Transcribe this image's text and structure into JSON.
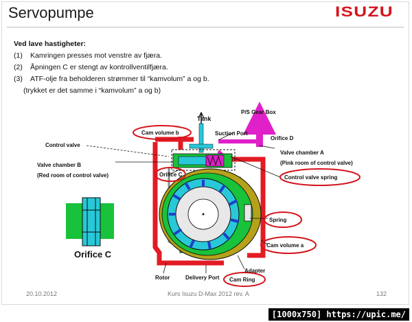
{
  "slide": {
    "title": "Servopumpe",
    "logo_text": "ISUZU",
    "intro_heading": "Ved lave hastigheter:",
    "points": [
      {
        "num": "(1)",
        "text": "Kamringen presses mot venstre av fjæra."
      },
      {
        "num": "(2)",
        "text": "Åpningen C er stengt av kontrollventilfjæra."
      },
      {
        "num": "(3)",
        "text": "ATF-olje fra beholderen strømmer til “kamvolum” a og b."
      }
    ],
    "note": "(trykket  er det samme i “kamvolum” a og b)"
  },
  "diagram": {
    "labels": {
      "tank": "Tank",
      "ps_gear_box": "P/S Gear Box",
      "suction_port": "Suction Port",
      "orifice_d": "Orifice D",
      "cam_volume_b": "Cam volume b",
      "control_valve": "Control valve",
      "valve_chamber_a": "Valve chamber A",
      "pink_room": "(Pink room of control valve)",
      "valve_chamber_b": "Valve chamber B",
      "red_room": "(Red room of control valve)",
      "orifice_c": "Orifice C",
      "control_valve_spring": "Control valve spring",
      "spring": "Spring",
      "cam_volume_a": "Cam volume a",
      "adapter": "Adapter",
      "rotor": "Rotor",
      "delivery_port": "Delivery Port",
      "cam_ring": "Cam Ring",
      "orifice_c_large": "Orifice C"
    },
    "colors": {
      "red": "#e31b23",
      "pink": "#e020c8",
      "green": "#18c23a",
      "cyan": "#28c8d8",
      "blue": "#1f3fc8",
      "olive": "#b5a21a",
      "ellipse": "#d4141c"
    }
  },
  "footer": {
    "date": "20.10.2012",
    "course": "Kurs Isuzu D-Max 2012 rev. A",
    "page": "132"
  },
  "watermark": "[1000x750] https://upic.me/"
}
